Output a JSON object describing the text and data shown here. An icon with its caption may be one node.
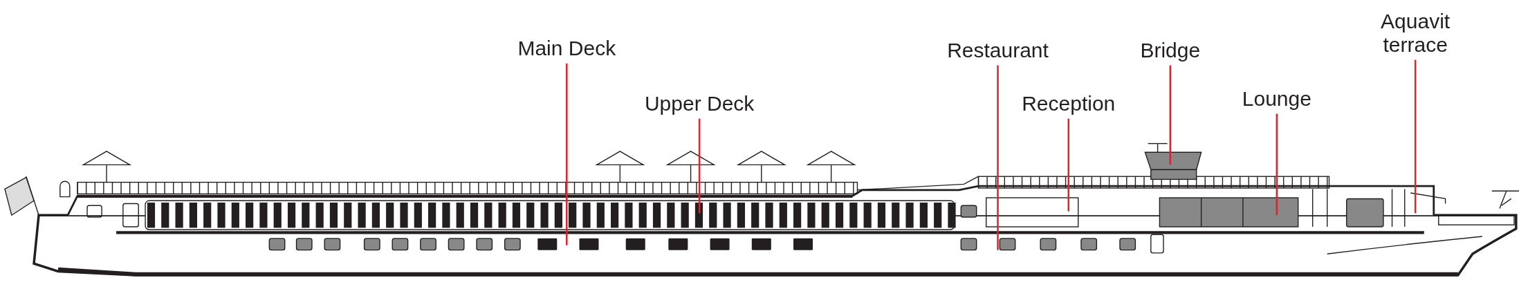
{
  "diagram": {
    "nodes": [
      {
        "text": [
          "Main Deck"
        ]
      },
      {
        "text": [
          "Upper Deck"
        ]
      },
      {
        "text": [
          "Restaurant"
        ]
      },
      {
        "text": [
          "Reception"
        ]
      },
      {
        "text": [
          "Bridge"
        ]
      },
      {
        "text": [
          "Lounge"
        ]
      },
      {
        "text": [
          "Aquavit terrace"
        ]
      }
    ],
    "edges": [
      {
        "from": 0,
        "to": null,
        "arrow": "none"
      },
      {
        "from": 1,
        "to": null,
        "arrow": "none"
      },
      {
        "from": 2,
        "to": null,
        "arrow": "none"
      },
      {
        "from": 3,
        "to": null,
        "arrow": "none"
      },
      {
        "from": 4,
        "to": null,
        "arrow": "none"
      },
      {
        "from": 5,
        "to": null,
        "arrow": "none"
      },
      {
        "from": 6,
        "to": null,
        "arrow": "none"
      }
    ]
  }
}
